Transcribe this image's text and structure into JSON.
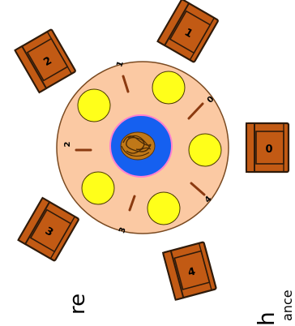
{
  "colors": {
    "table_fill": "#fbc9a3",
    "table_edge": "#7a4a21",
    "chopstick": "#8b3a10",
    "plate": "#ffff1a",
    "bowl_blue": "#1560f0",
    "bowl_rim": "#ff80d0",
    "noodles": "#c07818",
    "chair_fill": "#c25a14",
    "chair_edge": "#2e1a0a",
    "label_text": "#000000"
  },
  "chairs": [
    {
      "label": "0",
      "icon": "chair-icon"
    },
    {
      "label": "1",
      "icon": "chair-icon"
    },
    {
      "label": "2",
      "icon": "chair-icon"
    },
    {
      "label": "3",
      "icon": "chair-icon"
    },
    {
      "label": "4",
      "icon": "chair-icon"
    }
  ],
  "chopsticks": [
    {
      "label": "0"
    },
    {
      "label": "1"
    },
    {
      "label": "2"
    },
    {
      "label": "3"
    },
    {
      "label": "4"
    }
  ],
  "center": {
    "icon": "noodle-bowl-icon"
  },
  "side_text": {
    "lower_left": "re",
    "lower_right_a": "h",
    "lower_right_b": "ance"
  }
}
